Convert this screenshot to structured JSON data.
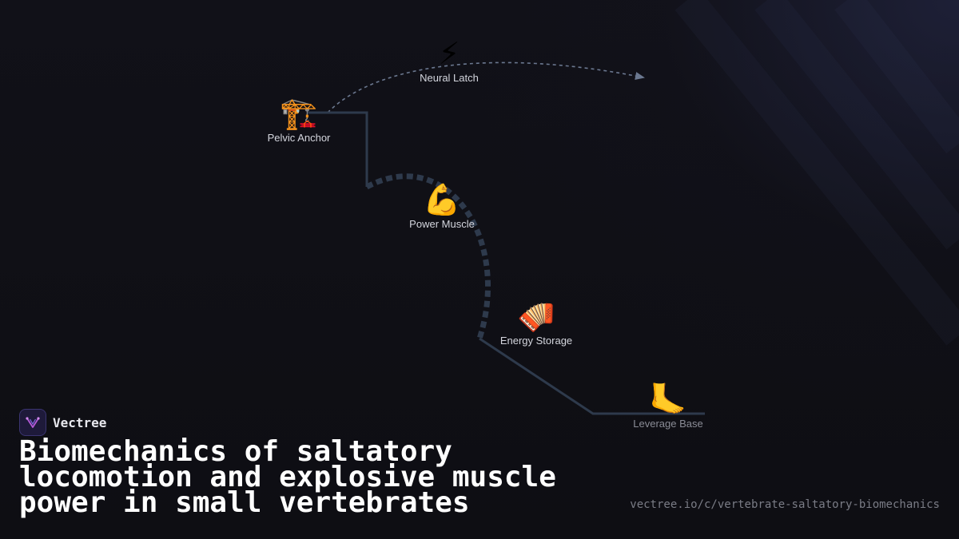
{
  "nodes": [
    {
      "id": "neural-latch",
      "icon": "⚡",
      "icon_name": "lightning-icon",
      "label": "Neural Latch"
    },
    {
      "id": "pelvic-anchor",
      "icon": "🏗️",
      "icon_name": "crane-icon",
      "label": "Pelvic Anchor"
    },
    {
      "id": "power-muscle",
      "icon": "💪",
      "icon_name": "flexed-biceps-icon",
      "label": "Power Muscle"
    },
    {
      "id": "energy-storage",
      "icon": "🪗",
      "icon_name": "accordion-icon",
      "label": "Energy Storage"
    },
    {
      "id": "leverage-base",
      "icon": "🦶",
      "icon_name": "foot-icon",
      "label": "Leverage Base"
    }
  ],
  "brand": {
    "name": "Vectree"
  },
  "title": "Biomechanics of saltatory locomotion and explosive muscle power in small vertebrates",
  "url": "vectree.io/c/vertebrate-saltatory-biomechanics",
  "colors": {
    "background": "#0f0f14",
    "connector": "#2e3a4c",
    "arrow": "#6b7890",
    "label": "#d4d6de",
    "logo_accent": "#b55ad8"
  }
}
